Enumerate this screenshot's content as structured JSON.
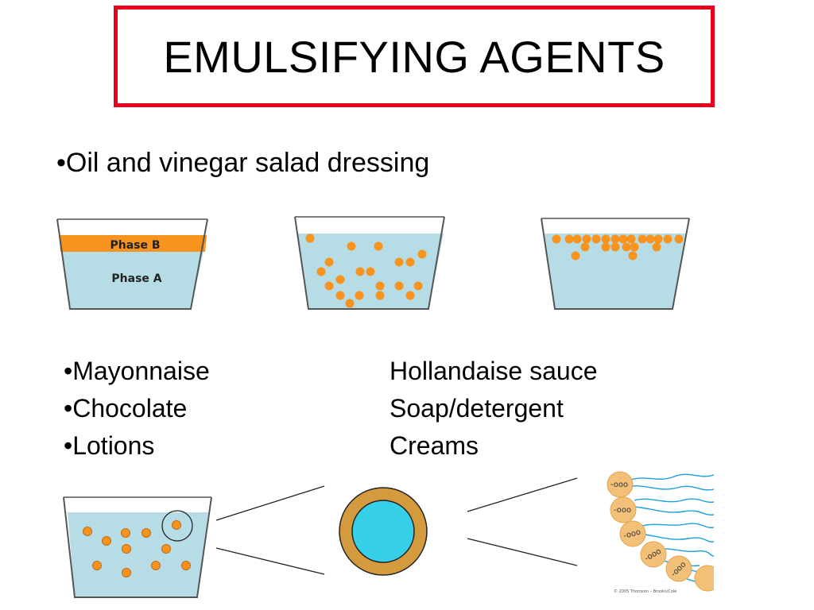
{
  "slide": {
    "title": "EMULSIFYING AGENTS",
    "intro_bullet": "•Oil and vinegar salad dressing",
    "examples_left": [
      "•Mayonnaise",
      "•Chocolate",
      "•Lotions"
    ],
    "examples_right": [
      "Hollandaise sauce",
      "Soap/detergent",
      "Creams"
    ]
  },
  "figures": {
    "separated_beaker": {
      "phase_b_label": "Phase B",
      "phase_a_label": "Phase A"
    },
    "credit_text": "© 2005 Thomson – Brooks/Cole",
    "micelle_head_text": "-ooo"
  },
  "colors": {
    "title_border": "#e8001c",
    "water": "#b6dde6",
    "oil": "#f7931e",
    "droplet_shell": "#d49a3e",
    "droplet_core": "#35cfe8",
    "micelle_head": "#f2c078",
    "micelle_tail": "#1aa0e0"
  }
}
